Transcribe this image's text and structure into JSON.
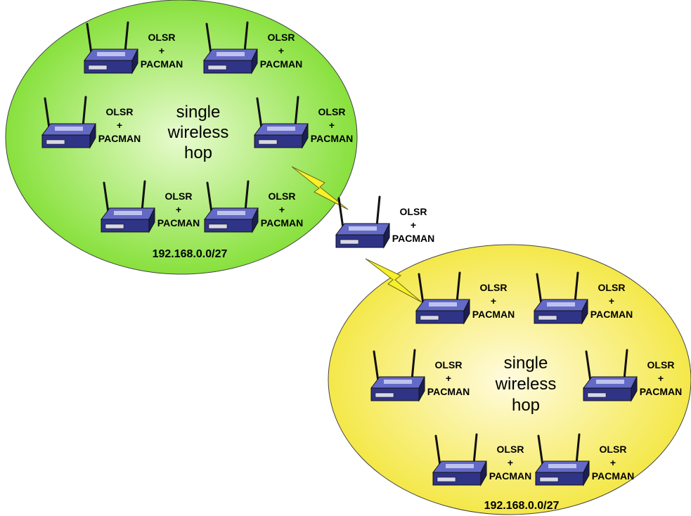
{
  "colors": {
    "green_cloud_center": "#e9fbd0",
    "green_cloud_edge": "#7ede2e",
    "yellow_cloud_center": "#fffbe0",
    "yellow_cloud_edge": "#f3e63a",
    "router_body": "#2f3486",
    "router_top": "#6269c6",
    "lightning": "#f7f02b"
  },
  "icons": {
    "router": "wireless-router-icon",
    "link": "lightning-bolt-icon"
  },
  "protocol_label": {
    "line1": "OLSR",
    "line2": "+",
    "line3": "PACMAN"
  },
  "clusters": [
    {
      "name": "green",
      "center_text": [
        "single",
        "wireless",
        "hop"
      ],
      "subnet": "192.168.0.0/27",
      "router_count": 6
    },
    {
      "name": "yellow",
      "center_text": [
        "single",
        "wireless",
        "hop"
      ],
      "subnet": "192.168.0.0/27",
      "router_count": 6
    }
  ],
  "bridge": {
    "router_count": 1
  }
}
